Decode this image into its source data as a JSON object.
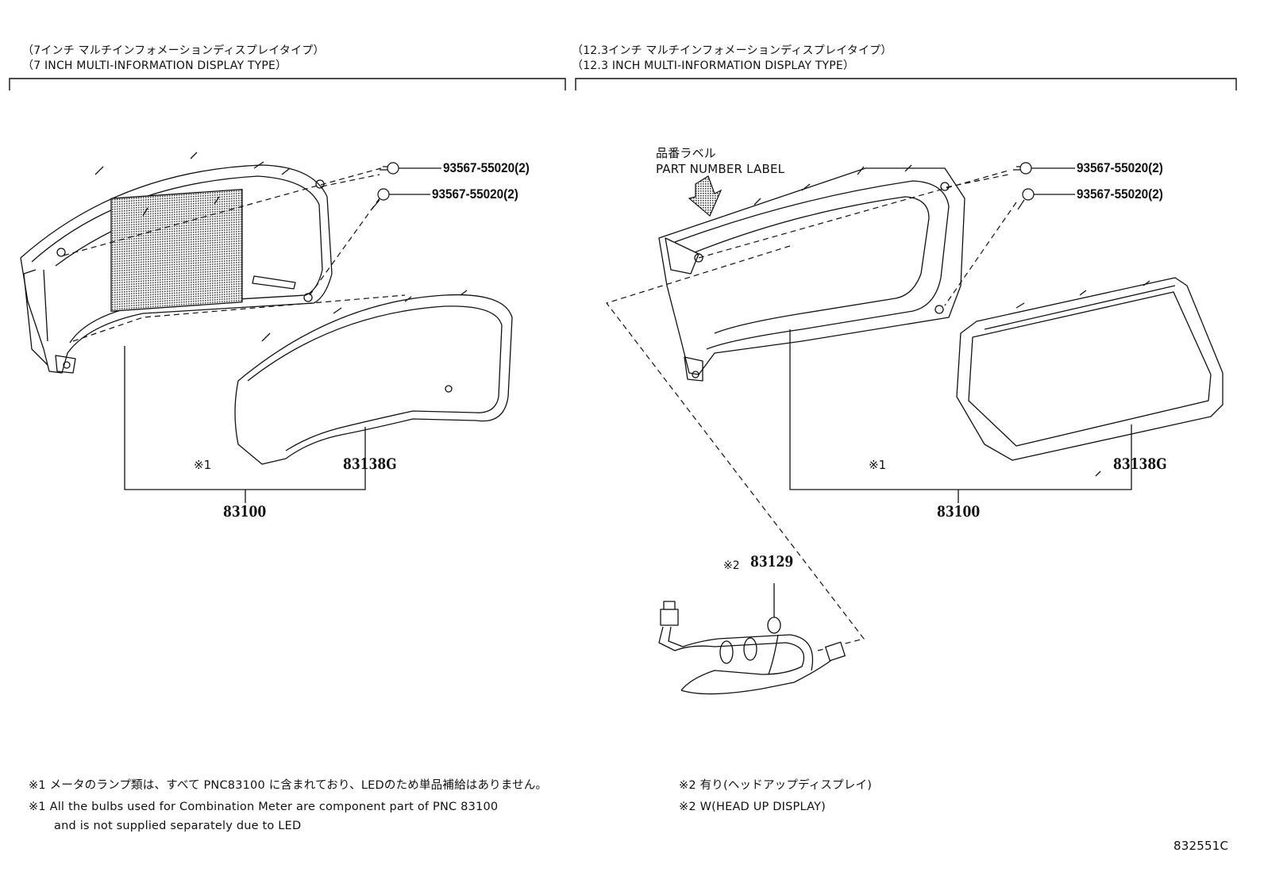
{
  "sections": [
    {
      "title_jp": "（7インチ マルチインフォメーションディスプレイタイプ）",
      "title_en": "（7 INCH MULTI-INFORMATION DISPLAY TYPE）"
    },
    {
      "title_jp": "（12.3インチ マルチインフォメーションディスプレイタイプ）",
      "title_en": "（12.3 INCH MULTI-INFORMATION DISPLAY TYPE）"
    }
  ],
  "labels": {
    "part_label_jp": "品番ラベル",
    "part_label_en": "PART NUMBER LABEL"
  },
  "parts": {
    "left_screw_1": "93567-55020(2)",
    "left_screw_2": "93567-55020(2)",
    "right_screw_1": "93567-55020(2)",
    "right_screw_2": "93567-55020(2)",
    "left_lens": "83138G",
    "right_lens": "83138G",
    "left_meter": "83100",
    "right_meter": "83100",
    "harness": "83129",
    "left_mark": "※1",
    "right_mark": "※1",
    "harness_mark": "※2"
  },
  "notes": {
    "n1_jp": "※1 メータのランプ類は、すべて PNC83100 に含まれており、LEDのため単品補給はありません。",
    "n1_en_line1": "※1 All the bulbs used for Combination Meter are component part of PNC 83100",
    "n1_en_line2": "and is not supplied separately due to LED",
    "n2_jp": "※2 有り(ヘッドアップディスプレイ)",
    "n2_en": "※2 W(HEAD UP DISPLAY)"
  },
  "figure_id": "832551C"
}
